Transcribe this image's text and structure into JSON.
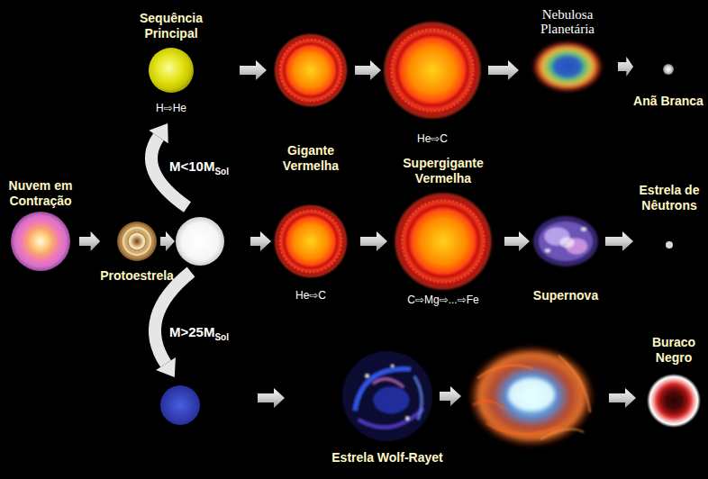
{
  "diagram": {
    "nodes": [
      {
        "text": [
          "Sequência Principal",
          "H⇨He"
        ]
      },
      {
        "text": [
          "Gigante Vermelha"
        ]
      },
      {
        "text": [
          "He⇨C"
        ]
      },
      {
        "text": [
          "Nebulosa Planetária"
        ]
      },
      {
        "text": [
          "Anã Branca"
        ]
      },
      {
        "text": [
          "Nuvem em Contração"
        ]
      },
      {
        "text": [
          "Protoestrela"
        ]
      },
      {
        "text": [
          "He⇨C"
        ]
      },
      {
        "text": [
          "Supergigante Vermelha",
          "C⇨Mg⇨...⇨Fe"
        ]
      },
      {
        "text": [
          "Supernova"
        ]
      },
      {
        "text": [
          "Estrela de Nêutrons"
        ]
      },
      {
        "text": [
          "Estrela Wolf-Rayet"
        ]
      },
      {
        "text": [
          "Buraco Negro"
        ]
      }
    ],
    "edges": [
      {
        "from": 0,
        "to": 1,
        "arrow": "to"
      },
      {
        "from": 1,
        "to": 2,
        "arrow": "to"
      },
      {
        "from": 2,
        "to": 3,
        "arrow": "to"
      },
      {
        "from": 3,
        "to": 4,
        "arrow": "to"
      },
      {
        "from": 5,
        "to": 6,
        "arrow": "to"
      },
      {
        "from": 7,
        "to": 8,
        "arrow": "to"
      },
      {
        "from": 8,
        "to": 9,
        "arrow": "to"
      },
      {
        "from": 9,
        "to": 10,
        "arrow": "to"
      }
    ],
    "labels": [
      "M<10M",
      "Sol",
      "M>25M",
      "Sol"
    ]
  }
}
